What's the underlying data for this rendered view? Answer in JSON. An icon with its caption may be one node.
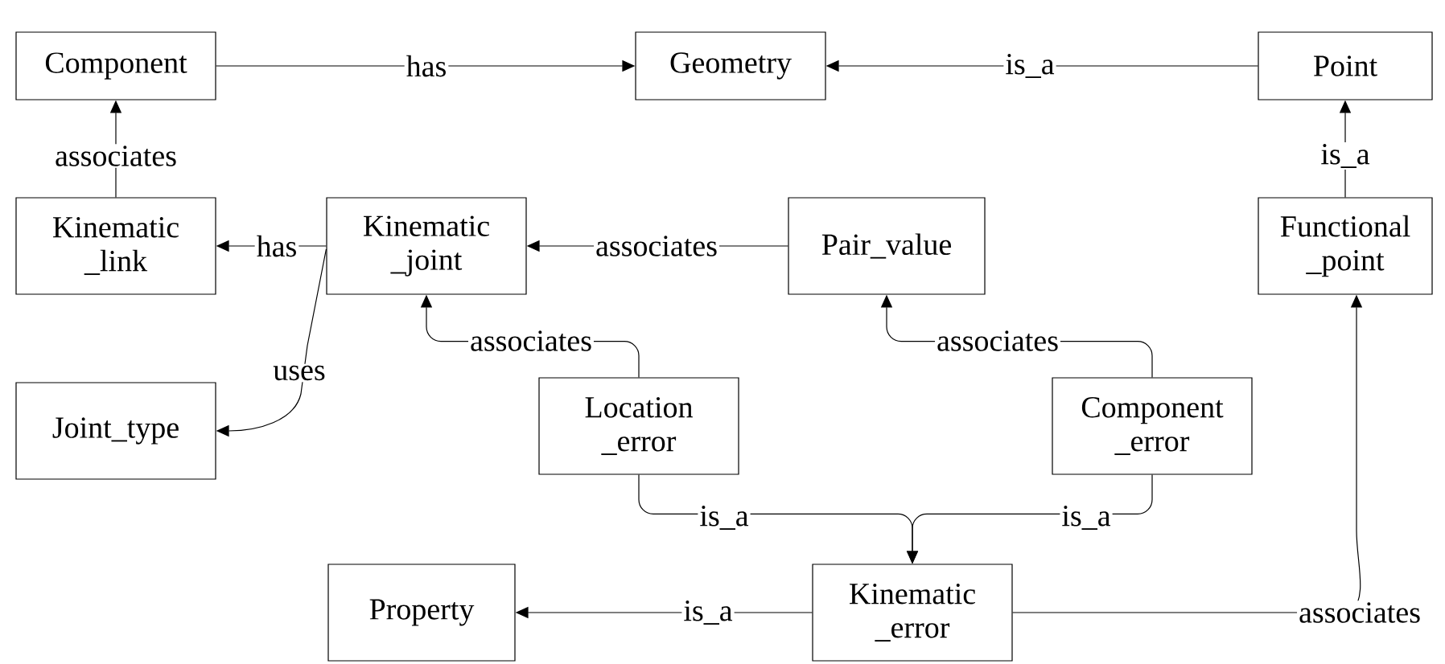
{
  "diagram": {
    "nodes": [
      {
        "text": [
          "Component"
        ]
      },
      {
        "text": [
          "Geometry"
        ]
      },
      {
        "text": [
          "Point"
        ]
      },
      {
        "text": [
          "Kinematic _link"
        ]
      },
      {
        "text": [
          "Kinematic _joint"
        ]
      },
      {
        "text": [
          "Pair_value"
        ]
      },
      {
        "text": [
          "Functional _point"
        ]
      },
      {
        "text": [
          "Joint_type"
        ]
      },
      {
        "text": [
          "Location _error"
        ]
      },
      {
        "text": [
          "Component _error"
        ]
      },
      {
        "text": [
          "Property"
        ]
      },
      {
        "text": [
          "Kinematic _error"
        ]
      }
    ],
    "edges": [
      {
        "from": 0,
        "to": 1,
        "arrow": "to",
        "label": "has"
      },
      {
        "from": 2,
        "to": 1,
        "arrow": "to",
        "label": "is_a"
      },
      {
        "from": 3,
        "to": 0,
        "arrow": "to",
        "label": "associates"
      },
      {
        "from": 4,
        "to": 3,
        "arrow": "to",
        "label": "has"
      },
      {
        "from": 4,
        "to": 7,
        "arrow": "to",
        "label": "uses"
      },
      {
        "from": 5,
        "to": 4,
        "arrow": "to",
        "label": "associates"
      },
      {
        "from": 6,
        "to": 2,
        "arrow": "to",
        "label": "is_a"
      },
      {
        "from": 8,
        "to": 4,
        "arrow": "to",
        "label": "associates"
      },
      {
        "from": 9,
        "to": 5,
        "arrow": "to",
        "label": "associates"
      },
      {
        "from": 8,
        "to": 11,
        "arrow": "to",
        "label": "is_a"
      },
      {
        "from": 9,
        "to": 11,
        "arrow": "to",
        "label": "is_a"
      },
      {
        "from": 11,
        "to": 10,
        "arrow": "to",
        "label": "is_a"
      },
      {
        "from": 11,
        "to": 6,
        "arrow": "to",
        "label": "associates"
      }
    ]
  }
}
